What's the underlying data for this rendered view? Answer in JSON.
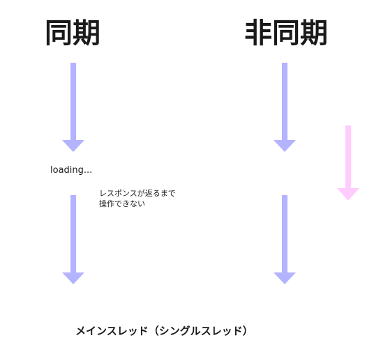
{
  "sync_heading": "同期",
  "async_heading": "非同期",
  "loading_text": "loading...",
  "blocked_note": {
    "line1": "レスポンスが返るまで",
    "line2": "操作できない"
  },
  "footer_caption": "メインスレッド（シングルスレッド）",
  "colors": {
    "main_thread_arrow": "#b3b3ff",
    "other_arrow": "#ffccff",
    "text": "#1a1a1a"
  }
}
